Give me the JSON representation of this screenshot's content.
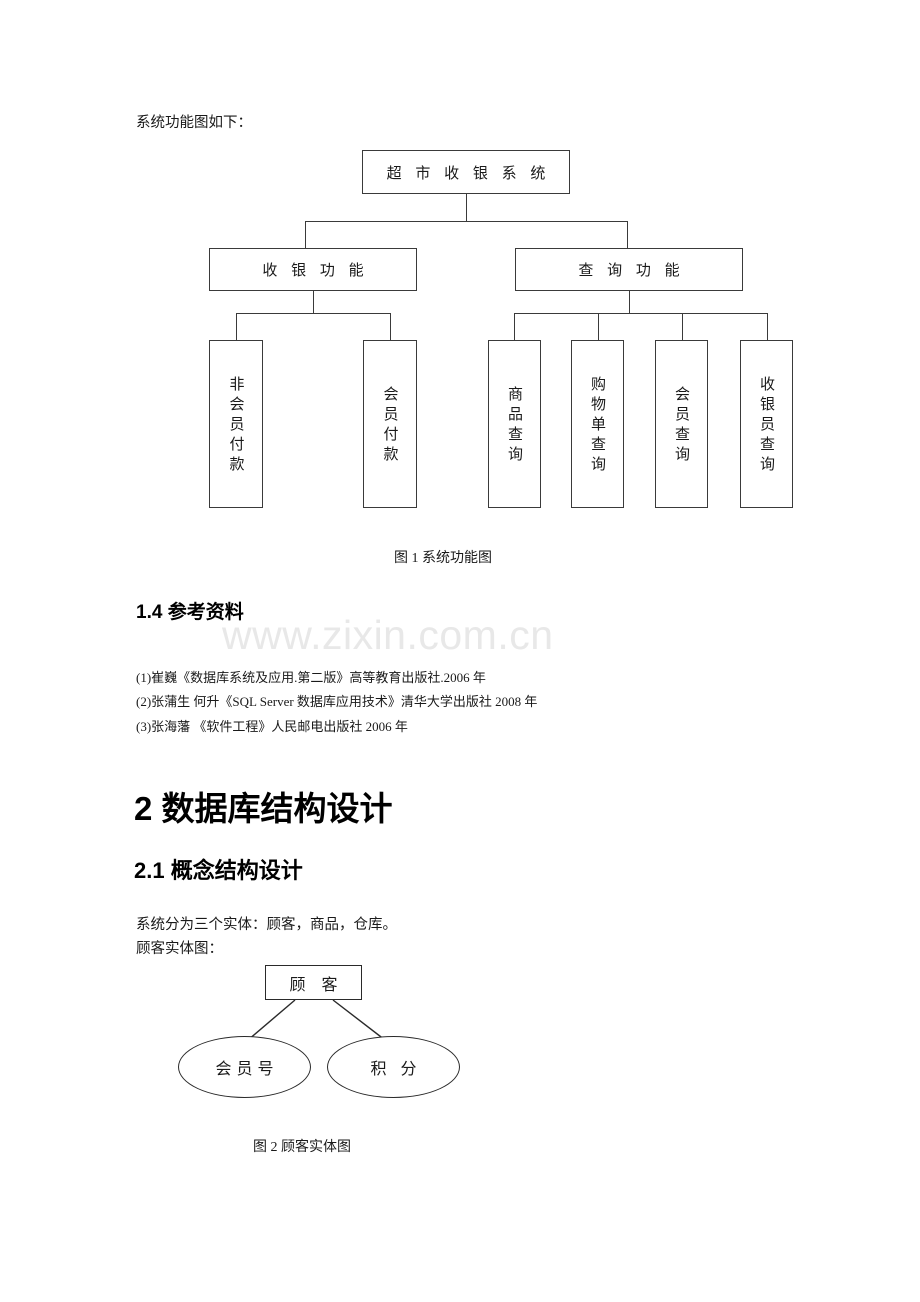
{
  "document": {
    "watermark": "www.zixin.com.cn",
    "intro_line": "系统功能图如下："
  },
  "figure1": {
    "caption": "图 1 系统功能图",
    "root": {
      "label": "超 市 收 银 系 统"
    },
    "level2": [
      {
        "label": "收 银 功 能"
      },
      {
        "label": "查 询 功 能"
      }
    ],
    "leaves_left": [
      {
        "label": "非会员付款"
      },
      {
        "label": "会员付款"
      }
    ],
    "leaves_right": [
      {
        "label": "商品查询"
      },
      {
        "label": "购物单查询"
      },
      {
        "label": "会员查询"
      },
      {
        "label": "收银员查询"
      }
    ]
  },
  "section_1_4": {
    "heading": "1.4 参考资料",
    "references": [
      "(1)崔巍《数据库系统及应用.第二版》高等教育出版社.2006 年",
      "(2)张蒲生  何升《SQL Server 数据库应用技术》清华大学出版社  2008 年",
      "(3)张海藩  《软件工程》人民邮电出版社  2006 年"
    ]
  },
  "section_2": {
    "heading": "2 数据库结构设计",
    "subsection": {
      "heading": "2.1 概念结构设计",
      "paragraph_1": "系统分为三个实体：顾客，商品，仓库。",
      "paragraph_2": "顾客实体图："
    }
  },
  "figure2": {
    "caption": "图 2 顾客实体图",
    "entity": {
      "label": "顾 客"
    },
    "attributes": [
      {
        "label": "会员号"
      },
      {
        "label": "积 分"
      }
    ]
  }
}
